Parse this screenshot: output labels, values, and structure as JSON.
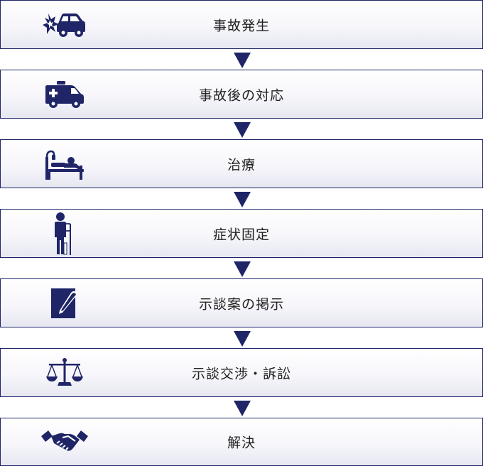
{
  "colors": {
    "accent": "#1f2566",
    "border": "#1f2566",
    "text": "#222222"
  },
  "steps": [
    {
      "label": "事故発生",
      "icon": "car-crash-icon"
    },
    {
      "label": "事故後の対応",
      "icon": "ambulance-icon"
    },
    {
      "label": "治療",
      "icon": "hospital-bed-icon"
    },
    {
      "label": "症状固定",
      "icon": "patient-iv-icon"
    },
    {
      "label": "示談案の掲示",
      "icon": "document-pen-icon"
    },
    {
      "label": "示談交渉・訴訟",
      "icon": "scales-icon"
    },
    {
      "label": "解決",
      "icon": "handshake-icon"
    }
  ]
}
